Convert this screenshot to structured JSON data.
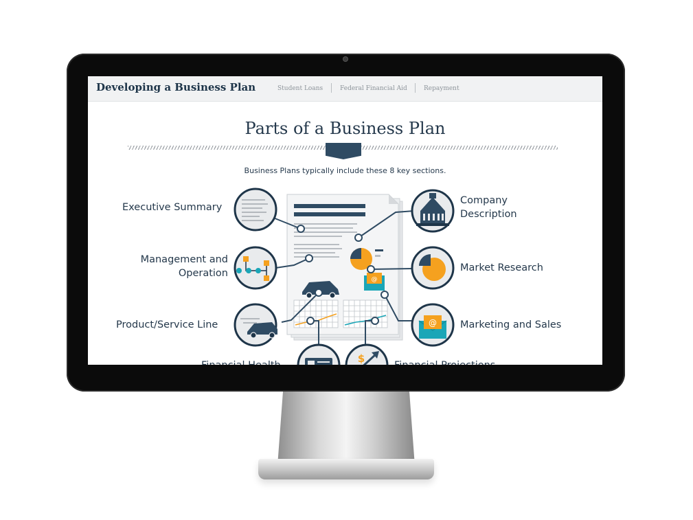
{
  "header": {
    "site_title": "Developing a Business Plan",
    "nav": [
      "Student Loans",
      "Federal Financial Aid",
      "Repayment"
    ]
  },
  "main": {
    "heading": "Parts of a Business Plan",
    "intro": "Business Plans typically include these 8 key sections.",
    "sections": {
      "executive_summary": "Executive Summary",
      "management_operation": [
        "Management and",
        "Operation"
      ],
      "product_service_line": "Product/Service Line",
      "company_description": [
        "Company",
        "Description"
      ],
      "market_research": "Market Research",
      "marketing_sales": "Marketing and Sales",
      "financial_health": "Financial Health",
      "financial_projections": "Financial Projections"
    }
  },
  "icons": {
    "executive_summary": "text-lines-icon",
    "management_operation": "org-chart-icon",
    "product_service_line": "car-icon",
    "company_description": "building-icon",
    "market_research": "pie-chart-icon",
    "marketing_sales": "email-icon",
    "financial_health": "id-card-icon",
    "financial_projections": "dollar-growth-icon"
  },
  "colors": {
    "navy": "#1e3549",
    "teal": "#1aa6b7",
    "orange": "#f5a11f",
    "gray": "#d9dcdf"
  }
}
